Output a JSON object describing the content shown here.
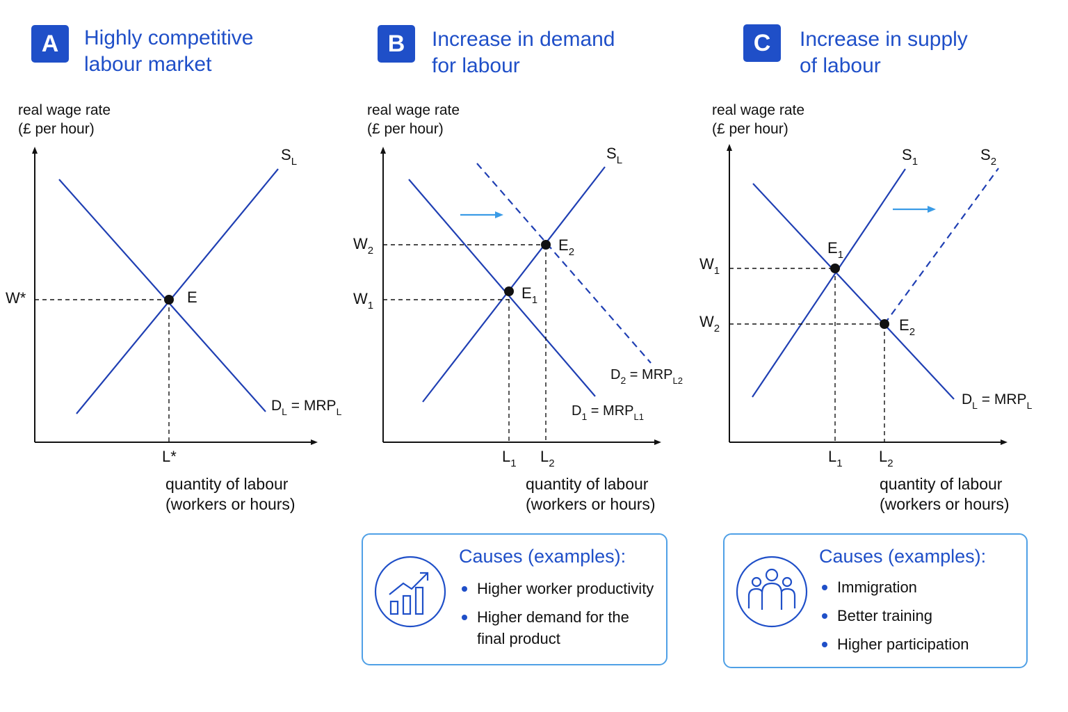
{
  "colors": {
    "accent": "#1f4fc8",
    "curve": "#1f3fb3",
    "arrow": "#3a9be6",
    "box_border": "#4fa0e6"
  },
  "panels": {
    "a": {
      "badge": "A",
      "title_lines": [
        "Highly competitive",
        "labour market"
      ],
      "y_axis_lines": [
        "real wage rate",
        "(£ per hour)"
      ],
      "x_axis_lines": [
        "quantity of labour",
        "(workers or hours)"
      ],
      "supply_label": {
        "main": "S",
        "sub": "L"
      },
      "demand_label": {
        "main": "D",
        "sub": "L",
        "rest": " = MRP",
        "rest_sub": "L"
      },
      "equilibrium_label": "E",
      "wage_label": "W*",
      "quantity_label": "L*"
    },
    "b": {
      "badge": "B",
      "title_lines": [
        "Increase in demand",
        "for labour"
      ],
      "y_axis_lines": [
        "real wage rate",
        "(£ per hour)"
      ],
      "x_axis_lines": [
        "quantity of labour",
        "(workers or hours)"
      ],
      "supply_label": {
        "main": "S",
        "sub": "L"
      },
      "demand1_label": {
        "main": "D",
        "sub": "1",
        "rest": " = MRP",
        "rest_sub": "L1"
      },
      "demand2_label": {
        "main": "D",
        "sub": "2",
        "rest": " = MRP",
        "rest_sub": "L2"
      },
      "e1_label": {
        "main": "E",
        "sub": "1"
      },
      "e2_label": {
        "main": "E",
        "sub": "2"
      },
      "w1_label": {
        "main": "W",
        "sub": "1"
      },
      "w2_label": {
        "main": "W",
        "sub": "2"
      },
      "l1_label": {
        "main": "L",
        "sub": "1"
      },
      "l2_label": {
        "main": "L",
        "sub": "2"
      },
      "causes": {
        "title": "Causes (examples):",
        "icon": "bar-chart-growth-icon",
        "items": [
          {
            "lines": [
              "Higher worker productivity"
            ]
          },
          {
            "lines": [
              "Higher demand for the",
              "final product"
            ]
          }
        ]
      }
    },
    "c": {
      "badge": "C",
      "title_lines": [
        "Increase in supply",
        "of labour"
      ],
      "y_axis_lines": [
        "real wage rate",
        "(£ per hour)"
      ],
      "x_axis_lines": [
        "quantity of labour",
        "(workers or hours)"
      ],
      "supply1_label": {
        "main": "S",
        "sub": "1"
      },
      "supply2_label": {
        "main": "S",
        "sub": "2"
      },
      "demand_label": {
        "main": "D",
        "sub": "L",
        "rest": " = MRP",
        "rest_sub": "L"
      },
      "e1_label": {
        "main": "E",
        "sub": "1"
      },
      "e2_label": {
        "main": "E",
        "sub": "2"
      },
      "w1_label": {
        "main": "W",
        "sub": "1"
      },
      "w2_label": {
        "main": "W",
        "sub": "2"
      },
      "l1_label": {
        "main": "L",
        "sub": "1"
      },
      "l2_label": {
        "main": "L",
        "sub": "2"
      },
      "causes": {
        "title": "Causes (examples):",
        "icon": "people-group-icon",
        "items": [
          {
            "lines": [
              "Immigration"
            ]
          },
          {
            "lines": [
              "Better training"
            ]
          },
          {
            "lines": [
              "Higher participation"
            ]
          }
        ]
      }
    }
  }
}
